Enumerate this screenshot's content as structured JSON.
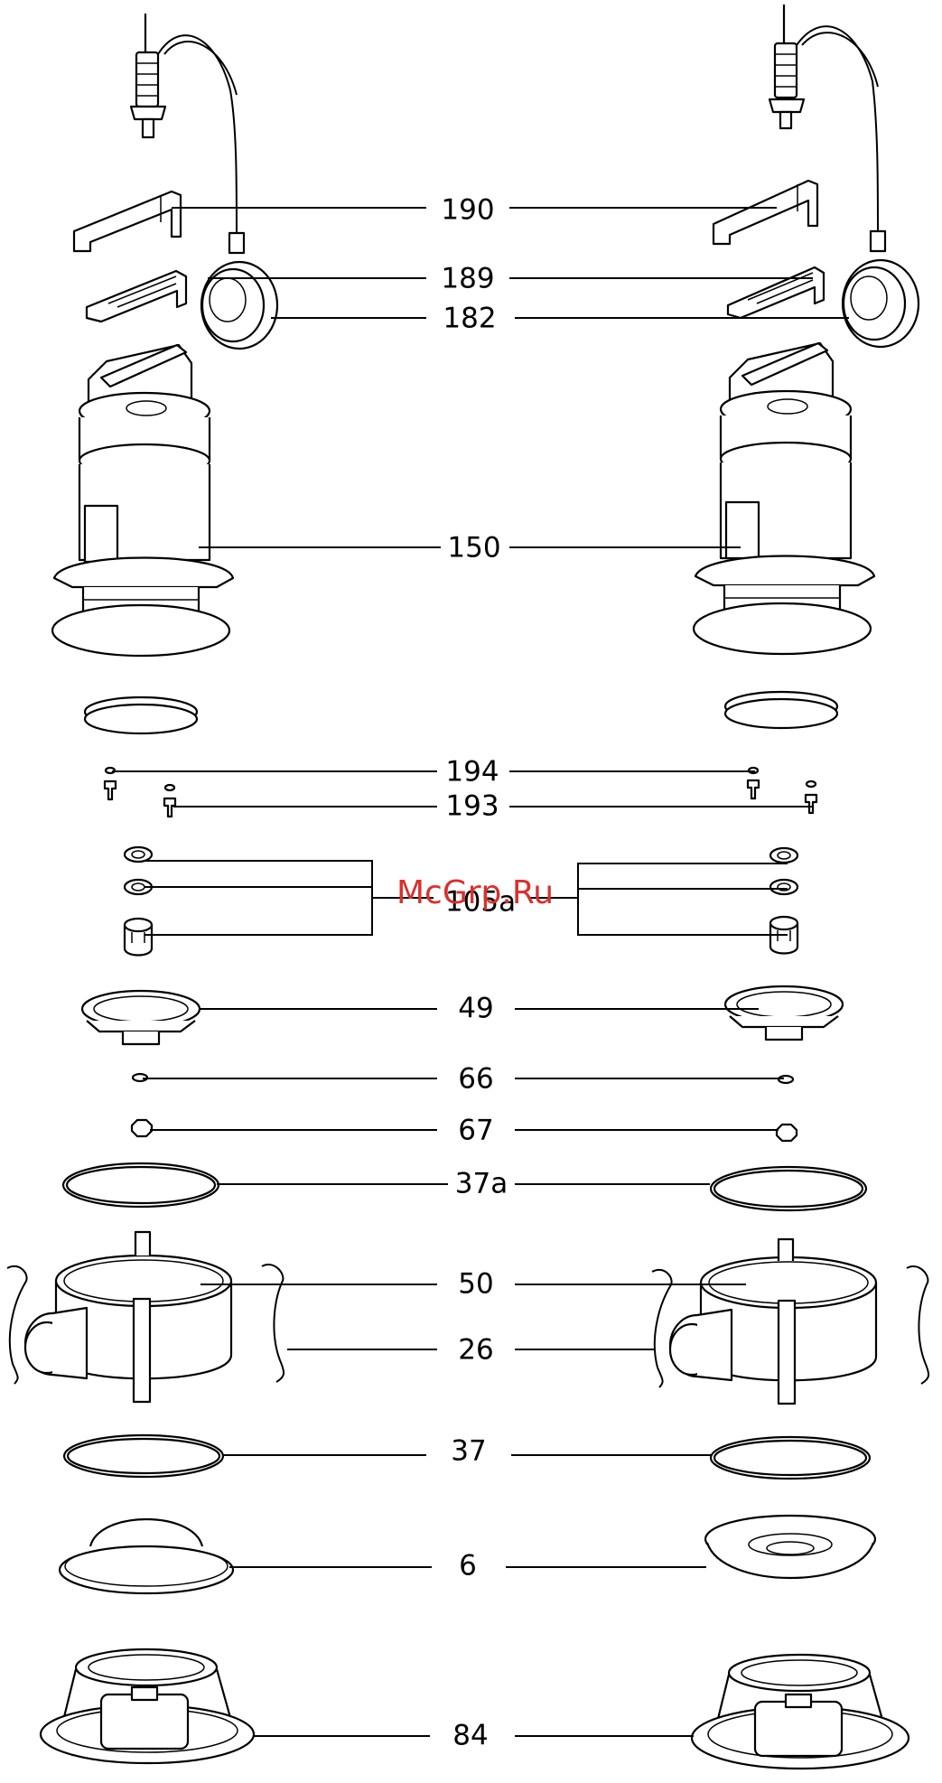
{
  "watermark": "McGrp.Ru",
  "callouts": [
    {
      "id": "190",
      "label": "190"
    },
    {
      "id": "189",
      "label": "189"
    },
    {
      "id": "182",
      "label": "182"
    },
    {
      "id": "150",
      "label": "150"
    },
    {
      "id": "194",
      "label": "194"
    },
    {
      "id": "193",
      "label": "193"
    },
    {
      "id": "105a",
      "label": "105a"
    },
    {
      "id": "49",
      "label": "49"
    },
    {
      "id": "66",
      "label": "66"
    },
    {
      "id": "67",
      "label": "67"
    },
    {
      "id": "37a",
      "label": "37a"
    },
    {
      "id": "50",
      "label": "50"
    },
    {
      "id": "26",
      "label": "26"
    },
    {
      "id": "37",
      "label": "37"
    },
    {
      "id": "6",
      "label": "6"
    },
    {
      "id": "84",
      "label": "84"
    }
  ]
}
